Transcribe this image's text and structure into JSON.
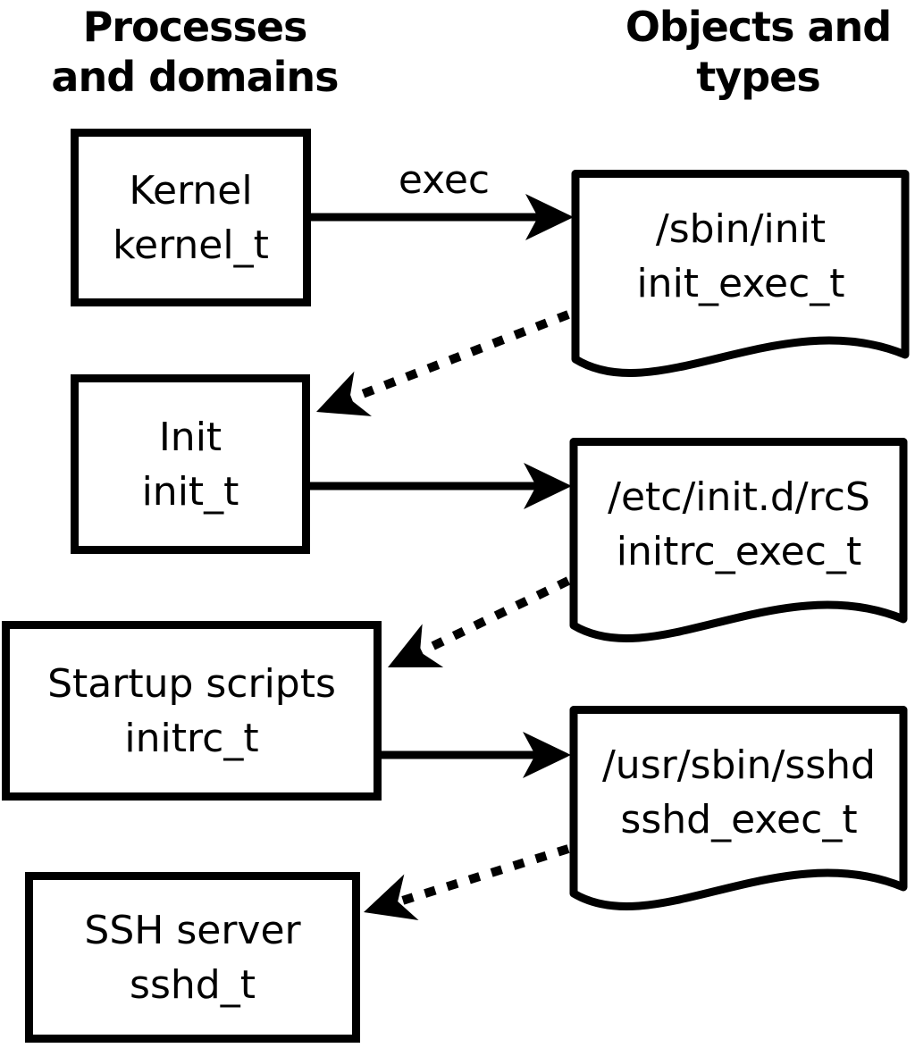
{
  "titles": {
    "left": {
      "line1": "Processes",
      "line2": "and domains"
    },
    "right": {
      "line1": "Objects and",
      "line2": "types"
    }
  },
  "arrow_label": "exec",
  "processes": [
    {
      "name": "Kernel",
      "domain": "kernel_t"
    },
    {
      "name": "Init",
      "domain": "init_t"
    },
    {
      "name": "Startup scripts",
      "domain": "initrc_t"
    },
    {
      "name": "SSH server",
      "domain": "sshd_t"
    }
  ],
  "objects": [
    {
      "path": "/sbin/init",
      "type": "init_exec_t"
    },
    {
      "path": "/etc/init.d/rcS",
      "type": "initrc_exec_t"
    },
    {
      "path": "/usr/sbin/sshd",
      "type": "sshd_exec_t"
    }
  ],
  "colors": {
    "ink": "#000000",
    "background": "#ffffff"
  }
}
